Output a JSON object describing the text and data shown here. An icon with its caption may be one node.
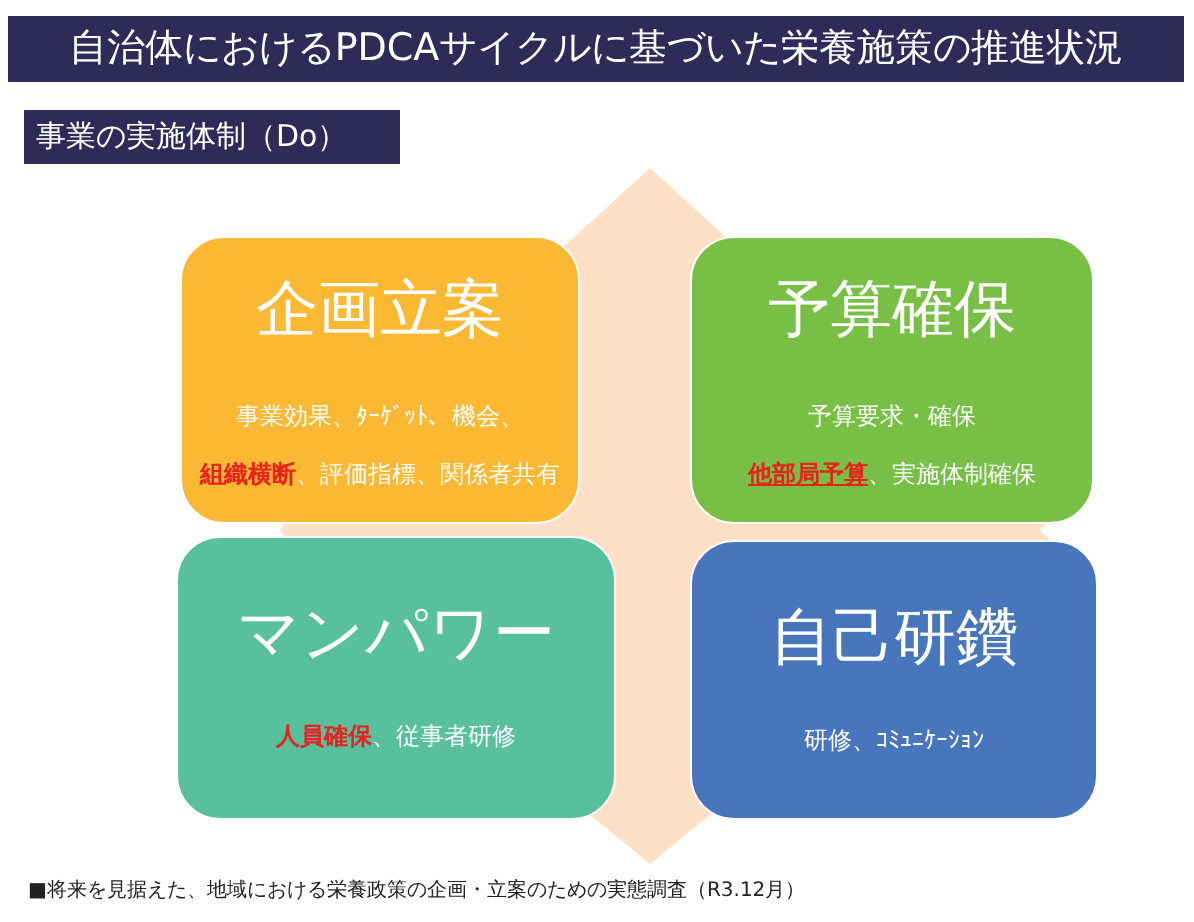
{
  "diagram": {
    "title": "自治体におけるPDCAサイクルに基づいた栄養施策の推進状況",
    "caption": "■将来を見据えた、地域における栄養政策の企画・立案のための実態調査（R3.12月）",
    "nodes": [
      {
        "text": [
          "企画立案",
          "事業効果、ﾀｰｹﾞｯﾄ、機会、**組織横断**、評価指標、関係者共有"
        ]
      },
      {
        "text": [
          "予算確保",
          "予算要求・確保**他部局予算**、実施体制確保"
        ]
      },
      {
        "text": [
          "マンパワー",
          "**人員確保**、従事者研修"
        ]
      },
      {
        "text": [
          "自己研鑽",
          "研修、ｺﾐｭﾆｹｰｼｮﾝ"
        ]
      }
    ],
    "labels": [
      "事業の実施体制（Do）"
    ]
  }
}
